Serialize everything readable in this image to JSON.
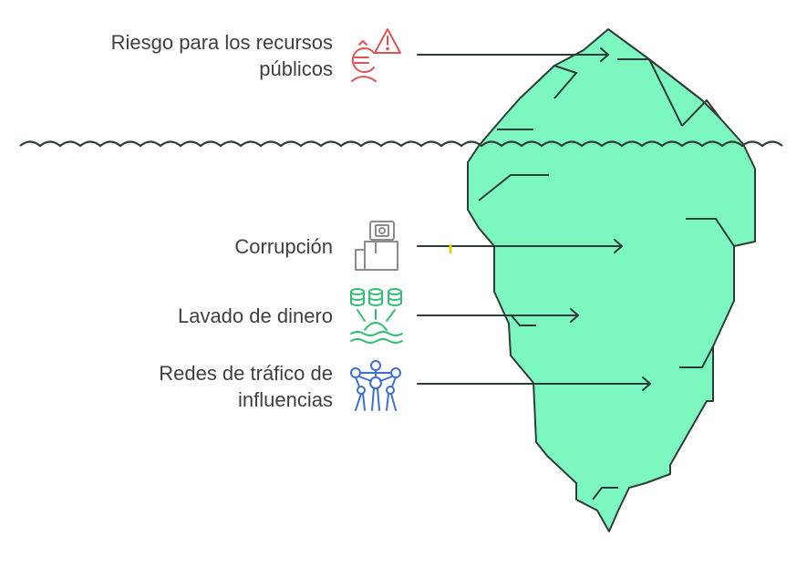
{
  "labels": {
    "risk": [
      "Riesgo para los recursos",
      "públicos"
    ],
    "corruption": [
      "Corrupción"
    ],
    "laundering": [
      "Lavado de dinero"
    ],
    "networks": [
      "Redes de tráfico de",
      "influencias"
    ]
  },
  "icons": {
    "risk": "euro-warning-icon",
    "corruption": "money-bag-icon",
    "laundering": "coin-stacks-icon",
    "networks": "network-atom-icon"
  },
  "colors": {
    "iceberg": "#7df7c0",
    "outline": "#2f3b37",
    "text": "#404040",
    "risk_icon": "#e15353",
    "corruption_icon": "#8c8c8c",
    "laundering_icon": "#2fbf71",
    "networks_icon": "#3d6fd6"
  }
}
